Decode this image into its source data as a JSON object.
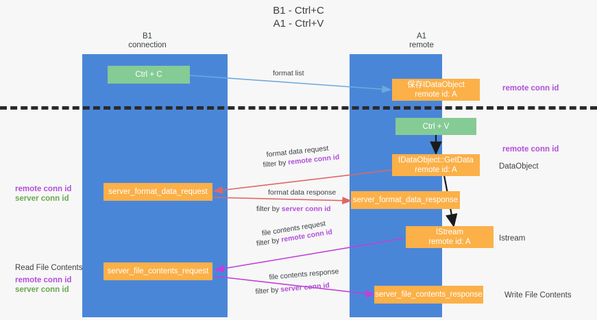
{
  "title": "B1 - Ctrl+C\nA1 - Ctrl+V",
  "columns": {
    "left": "B1\nconnection",
    "right": "A1\nremote"
  },
  "boxes": {
    "ctrl_c": "Ctrl + C",
    "ctrl_v": "Ctrl + V",
    "save_idataobject": "保存IDataObject\nremote id: A",
    "getdata": "IDataObject::GetData\nremote id: A",
    "server_format_data_request": "server_format_data_request",
    "server_format_data_response": "server_format_data_response",
    "istream": "IStream\nremote id: A",
    "server_file_contents_request": "server_file_contents_request",
    "server_file_contents_response": "server_file_contents_response"
  },
  "right_notes": {
    "remote_conn_id_top": "remote conn id",
    "remote_conn_id_mid": "remote conn id",
    "dataobject": "DataObject",
    "istream": "Istream",
    "write_file_contents": "Write File Contents"
  },
  "left_notes": {
    "remote_conn_id": "remote conn id",
    "server_conn_id": "server conn id",
    "read_file_contents": "Read File Contents",
    "remote_conn_id_2": "remote conn id",
    "server_conn_id_2": "server conn id"
  },
  "flows": {
    "format_list": "format list",
    "format_data_request": "format data request",
    "format_data_request_filter_prefix": "filter by ",
    "format_data_request_filter_key": "remote conn id",
    "format_data_response": "format data response",
    "format_data_response_filter_prefix": "filter by ",
    "format_data_response_filter_key": "server conn id",
    "file_contents_request": "file contents request",
    "file_contents_request_filter_prefix": "filter by ",
    "file_contents_request_filter_key": "remote conn id",
    "file_contents_response": "file contents response",
    "file_contents_response_filter_prefix": "filter by ",
    "file_contents_response_filter_key": "server conn id"
  },
  "colors": {
    "lane": "#4a86d8",
    "green_box": "#85cb95",
    "orange_box": "#fbb048",
    "purple": "#b14fd8",
    "green_text": "#6aa84f",
    "arrow_blue": "#6fa8dc",
    "arrow_red": "#e06666",
    "arrow_magenta": "#c23fd8",
    "arrow_black": "#1a1a1a",
    "divider": "#2b2b2b"
  }
}
